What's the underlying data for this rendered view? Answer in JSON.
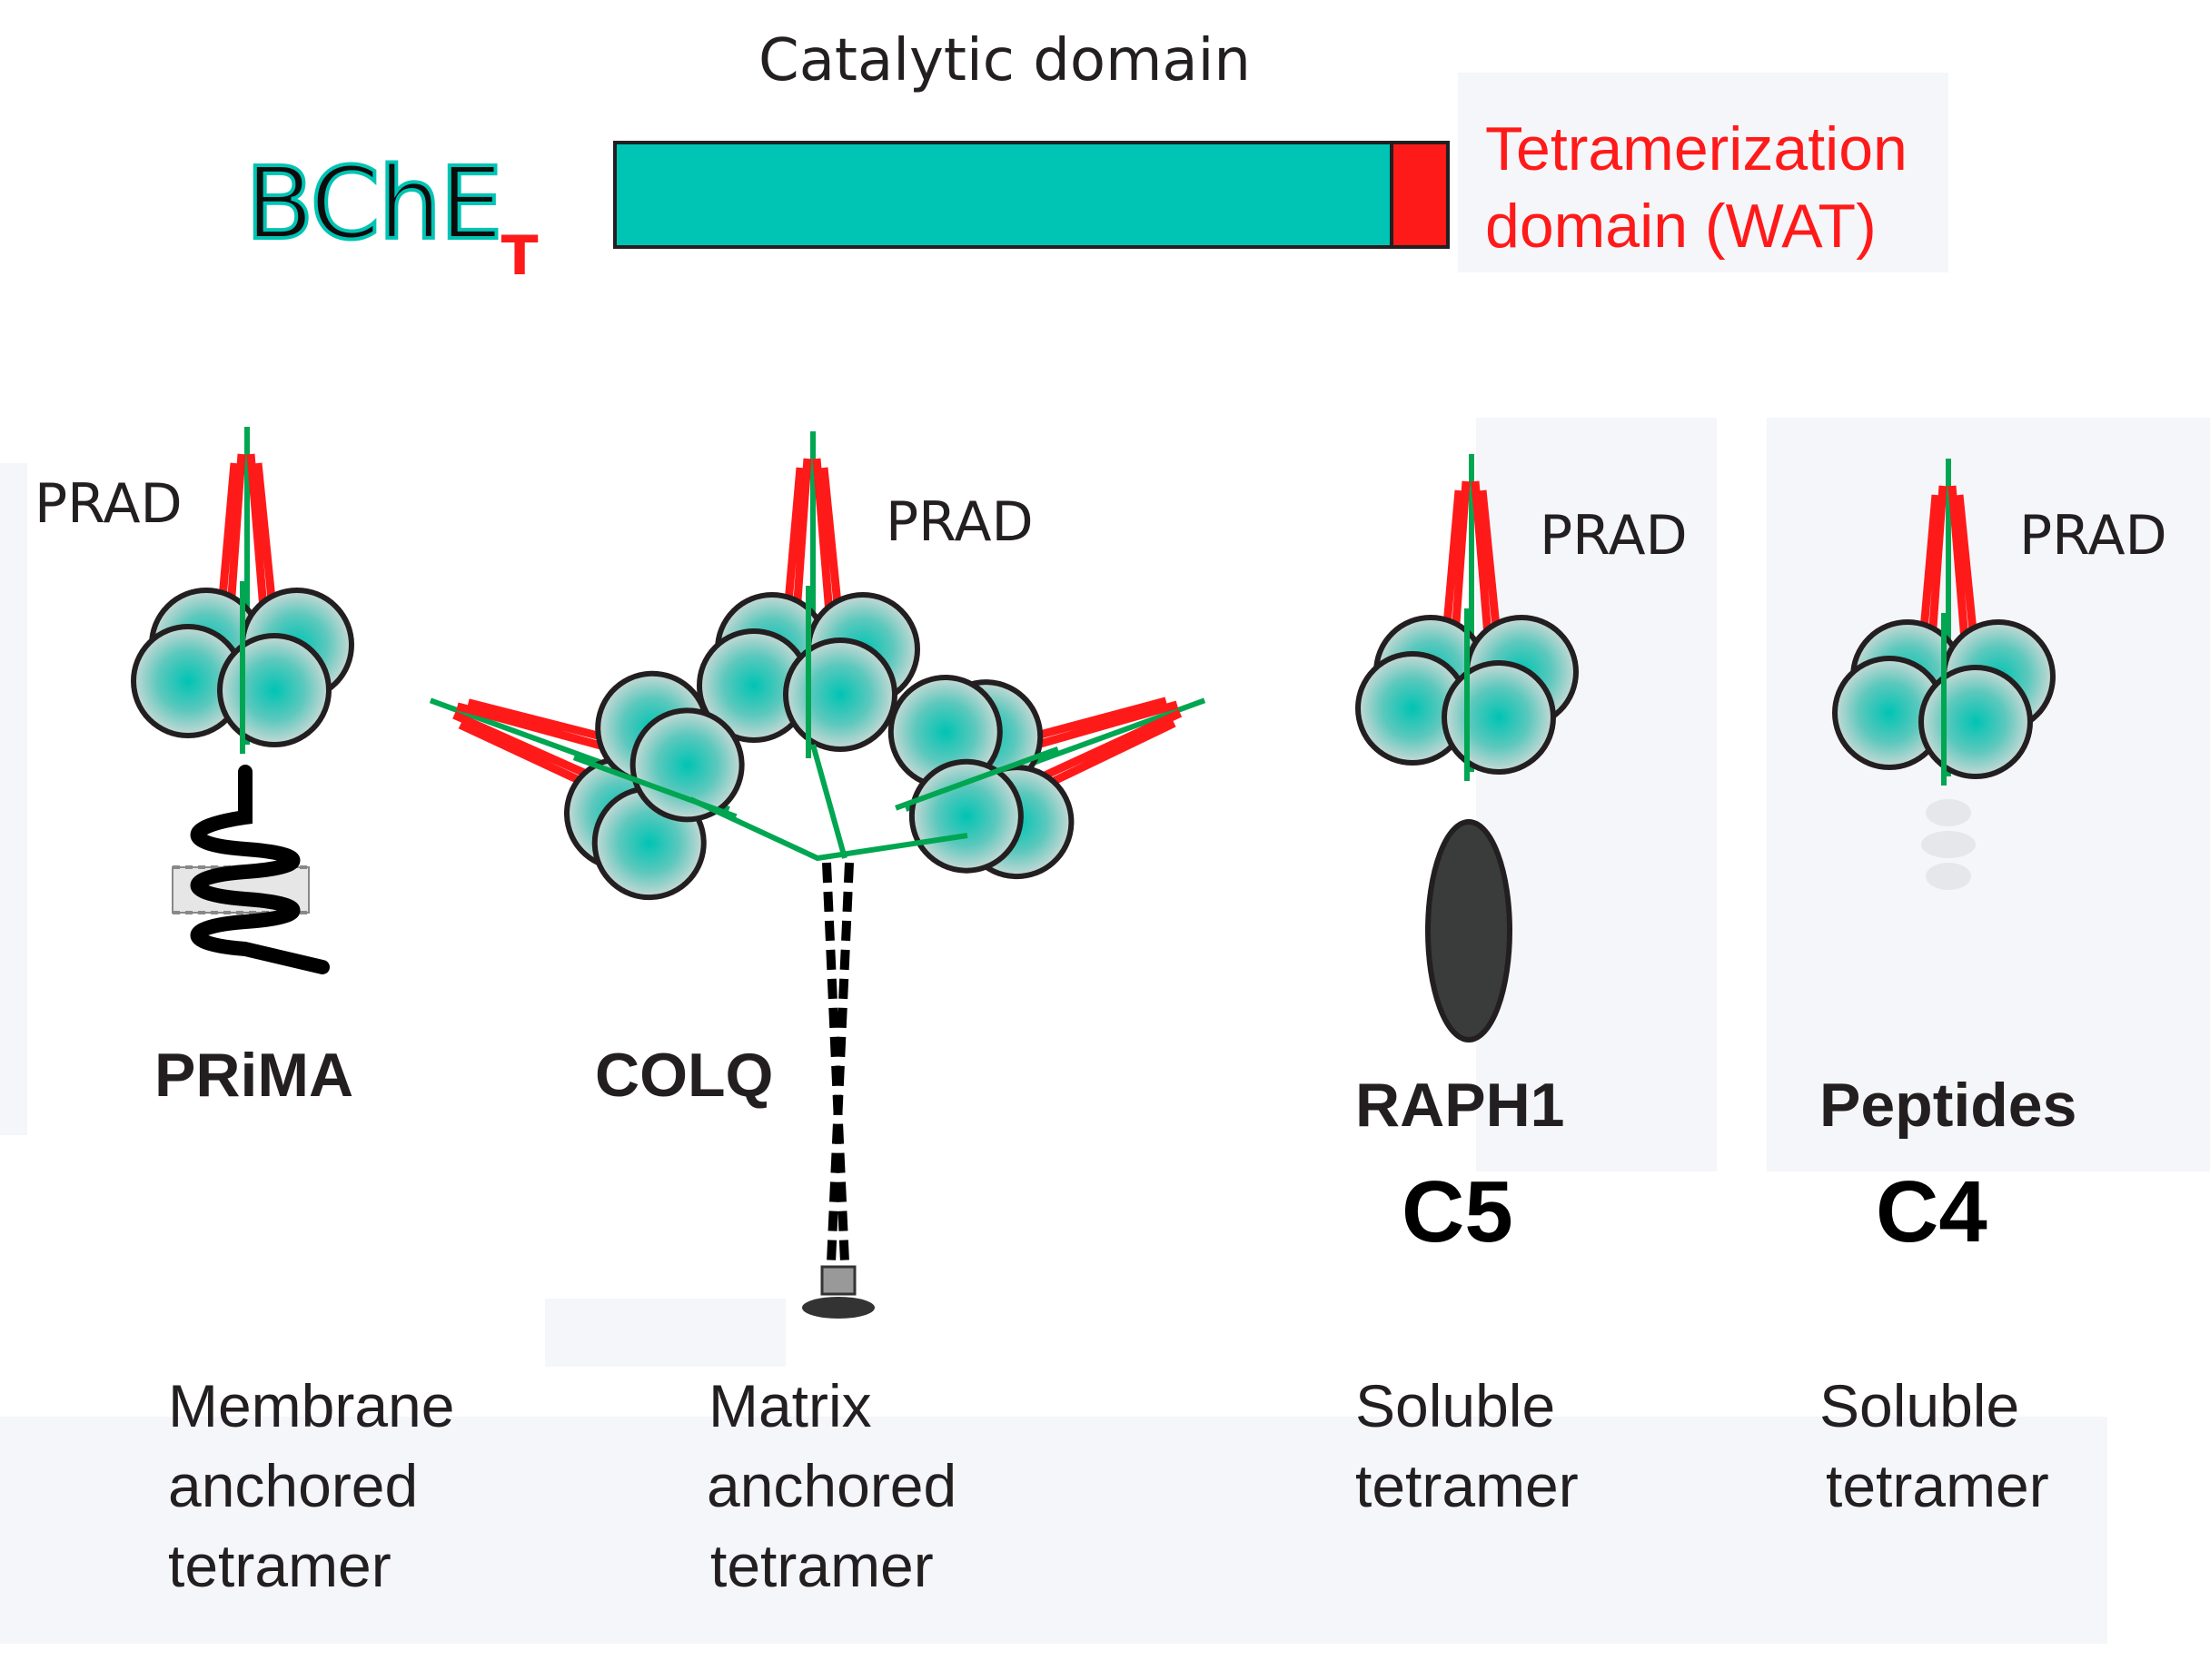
{
  "header": {
    "catalytic_label": "Catalytic domain",
    "bche_label": "BChE",
    "bche_subscript": "T",
    "tetramerization_line1": "Tetramerization",
    "tetramerization_line2": "domain (WAT)"
  },
  "panels": [
    {
      "prad": "PRAD",
      "name": "PRiMA",
      "desc": [
        "Membrane",
        "anchored",
        "tetramer"
      ]
    },
    {
      "prad": "PRAD",
      "name": "COLQ",
      "desc": [
        "Matrix",
        "anchored",
        "tetramer"
      ]
    },
    {
      "prad": "PRAD",
      "name": "RAPH1",
      "code": "C5",
      "desc": [
        "Soluble",
        "tetramer"
      ]
    },
    {
      "prad": "PRAD",
      "name": "Peptides",
      "code": "C4",
      "desc": [
        "Soluble",
        "tetramer"
      ]
    }
  ],
  "colors": {
    "catalytic": "#00c4b4",
    "wat": "#ff1a1a",
    "prad_green": "#00a651",
    "anchor_dark": "#3a3c3c",
    "outline": "#231f20"
  }
}
